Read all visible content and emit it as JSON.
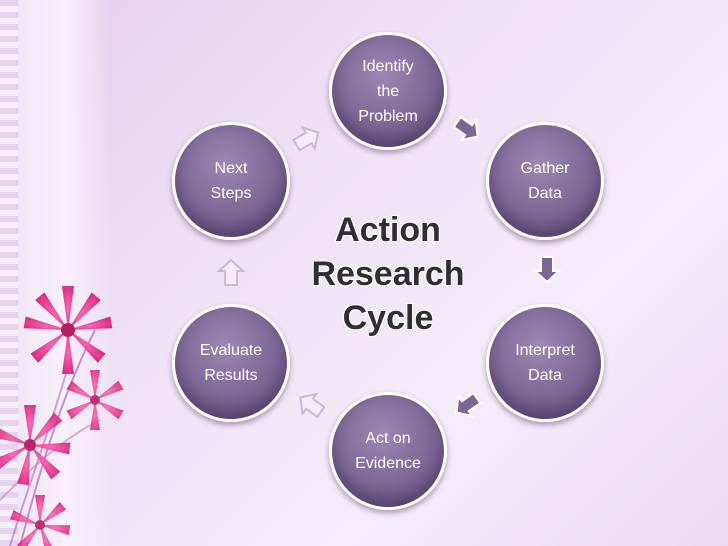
{
  "diagram": {
    "title": "Action\nResearch\nCycle",
    "nodes": [
      {
        "id": "identify",
        "label": "Identify\nthe\nProblem"
      },
      {
        "id": "gather",
        "label": "Gather\nData"
      },
      {
        "id": "interpret",
        "label": "Interpret\nData"
      },
      {
        "id": "act",
        "label": "Act on\nEvidence"
      },
      {
        "id": "evaluate",
        "label": "Evaluate\nResults"
      },
      {
        "id": "next",
        "label": "Next\nSteps"
      }
    ],
    "node_color": "#7b6694",
    "arrow_color": "#ffffff",
    "flower_color": "#e8308c"
  }
}
